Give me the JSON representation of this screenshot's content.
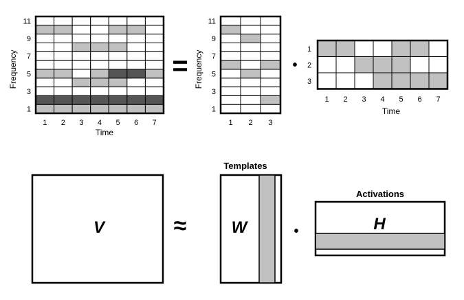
{
  "colors": {
    "light": "#c0c0c0",
    "dark": "#555555",
    "empty": "#ffffff",
    "line": "#000000"
  },
  "top": {
    "equals_symbol": "=",
    "dot_symbol": "•",
    "spectrogram": {
      "ylabel": "Frequency",
      "xlabel": "Time",
      "y_ticks": [
        "1",
        "3",
        "5",
        "7",
        "9",
        "11"
      ],
      "x_ticks": [
        "1",
        "2",
        "3",
        "4",
        "5",
        "6",
        "7"
      ],
      "grid": [
        [
          1,
          1,
          1,
          1,
          1,
          1,
          1
        ],
        [
          2,
          2,
          2,
          2,
          2,
          2,
          2
        ],
        [
          0,
          0,
          0,
          0,
          0,
          0,
          0
        ],
        [
          0,
          0,
          1,
          1,
          1,
          0,
          0
        ],
        [
          1,
          1,
          0,
          1,
          2,
          2,
          1
        ],
        [
          0,
          0,
          0,
          0,
          0,
          0,
          0
        ],
        [
          0,
          0,
          0,
          0,
          0,
          0,
          0
        ],
        [
          0,
          0,
          1,
          1,
          1,
          0,
          0
        ],
        [
          0,
          0,
          0,
          0,
          0,
          0,
          0
        ],
        [
          1,
          1,
          0,
          0,
          1,
          1,
          0
        ],
        [
          0,
          0,
          0,
          0,
          0,
          0,
          0
        ]
      ]
    },
    "templates_matrix": {
      "ylabel": "Frequency",
      "x_ticks": [
        "1",
        "2",
        "3"
      ],
      "y_ticks": [
        "1",
        "3",
        "5",
        "7",
        "9",
        "11"
      ],
      "grid": [
        [
          0,
          0,
          0
        ],
        [
          0,
          0,
          1
        ],
        [
          0,
          0,
          0
        ],
        [
          0,
          0,
          0
        ],
        [
          0,
          1,
          0
        ],
        [
          1,
          0,
          1
        ],
        [
          0,
          0,
          0
        ],
        [
          0,
          0,
          0
        ],
        [
          0,
          1,
          0
        ],
        [
          1,
          0,
          0
        ],
        [
          0,
          0,
          0
        ]
      ]
    },
    "activations_matrix": {
      "xlabel": "Time",
      "x_ticks": [
        "1",
        "2",
        "3",
        "4",
        "5",
        "6",
        "7"
      ],
      "row_labels": [
        "1",
        "2",
        "3"
      ],
      "grid": [
        [
          1,
          1,
          0,
          0,
          1,
          1,
          0
        ],
        [
          0,
          0,
          1,
          1,
          1,
          0,
          0
        ],
        [
          0,
          0,
          0,
          1,
          1,
          1,
          1
        ]
      ]
    }
  },
  "bottom": {
    "v_label": "V",
    "approx_symbol": "≈",
    "w_label": "W",
    "templates_caption": "Templates",
    "dot_symbol": "•",
    "h_label": "H",
    "activations_caption": "Activations"
  }
}
